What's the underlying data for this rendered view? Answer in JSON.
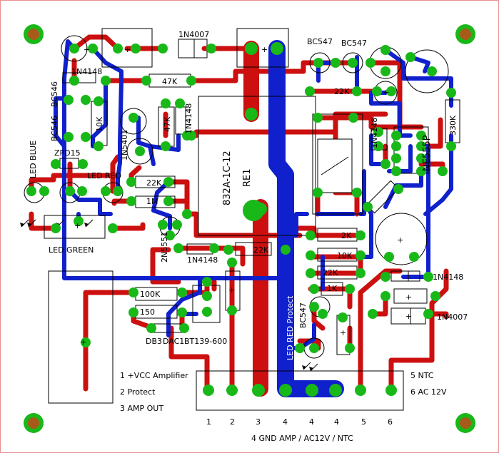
{
  "labels": {
    "d1n4007_top": "1N4007",
    "bc547_a": "BC547",
    "bc547_b": "BC547",
    "d1n4148_tl": "1N4148",
    "r47k_top": "47K",
    "r22k_right": "22K",
    "bc546_a": "BC546",
    "bc546_b": "BC546",
    "r10k": "10K",
    "d1n5401": "1N5401",
    "r47k_v": "47K",
    "d1n4148_v": "1N4148",
    "relay_part": "832A-1C-12",
    "relay_ref": "RE1",
    "d1n4148_r": "1N4148",
    "ic_ne555": "NE555P",
    "r330k": "330K",
    "led_blue": "LED BLUE",
    "zpd15": "ZPD15",
    "led_red": "LED RED",
    "r22k_mid": "22K",
    "r1m": "1M",
    "led_green": "LED GREEN",
    "q2n5551": "2N5551",
    "d1n4148_mid": "1N4148",
    "r22k_relay": "22K",
    "r2k_a": "2K",
    "r10k_b": "10K",
    "r22k_b": "22K",
    "r1k": "1K",
    "d1n4148_b": "1N4148",
    "d1n4007_b": "1N4007",
    "r100k": "100K",
    "r150": "150",
    "db3": "DB3",
    "dac1": "DAC1",
    "bt139": "BT139-600",
    "bc547_c": "BC547",
    "led_red_protect": "LED RED Protect",
    "legend_1": "1 +VCC Amplifier",
    "legend_2": "2  Protect",
    "legend_3": "3 AMP OUT",
    "legend_5": "5 NTC",
    "legend_6": "6 AC 12V",
    "conn_1": "1",
    "conn_2": "2",
    "conn_3": "3",
    "conn_4a": "4",
    "conn_4b": "4",
    "conn_4c": "4",
    "conn_5": "5",
    "conn_6": "6",
    "legend_4": "4 GND  AMP / AC12V / NTC"
  },
  "colors": {
    "pad": "#18b818",
    "top_trace": "#cc1010",
    "bottom_trace": "#1020cc",
    "mount_hole": "#a85a1a",
    "board_border": "#e89090"
  }
}
